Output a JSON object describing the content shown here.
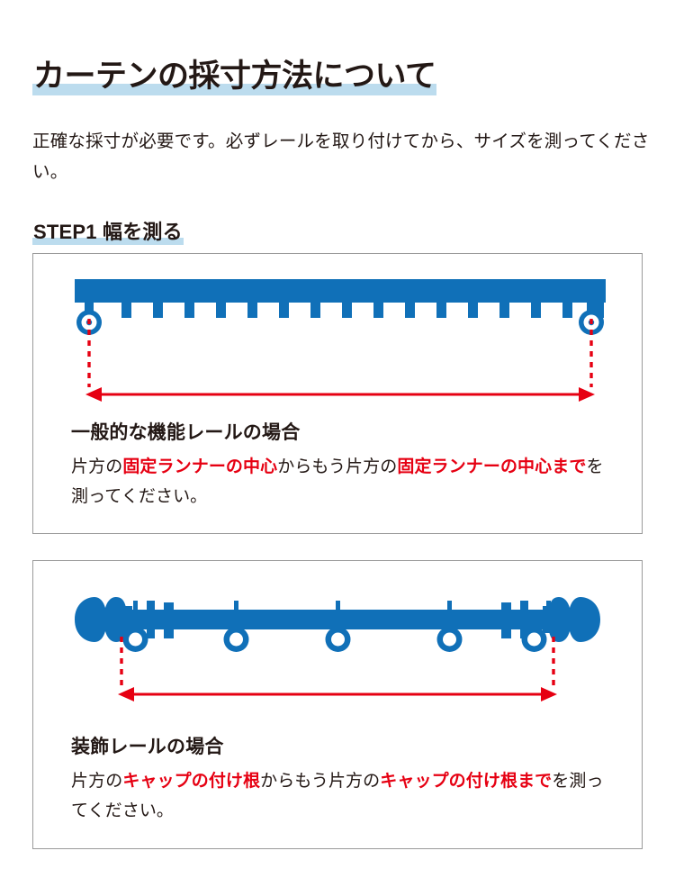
{
  "document": {
    "title": "カーテンの採寸方法について",
    "intro": "正確な採寸が必要です。必ずレールを取り付けてから、サイズを測ってください。",
    "step_heading": "STEP1 幅を測る"
  },
  "colors": {
    "rail_blue": "#1070b8",
    "measure_red": "#e60012",
    "highlight_blue": "#bcdcee",
    "text_dark": "#231815",
    "panel_border": "#9a9a9a"
  },
  "panels": [
    {
      "id": "functional",
      "caption_title": "一般的な機能レールの場合",
      "caption_parts": [
        {
          "text": "片方の",
          "style": "plain"
        },
        {
          "text": "固定ランナーの中心",
          "style": "red"
        },
        {
          "text": "からもう片方の",
          "style": "plain"
        },
        {
          "text": "固定ランナーの中心",
          "style": "red"
        },
        {
          "text": "まで",
          "style": "red"
        },
        {
          "text": "を測ってください。",
          "style": "plain"
        }
      ],
      "caption_full": "片方の固定ランナーの中心からもう片方の固定ランナーの中心までを測ってください。",
      "figure": {
        "type": "functional-rail",
        "rail_tab_count": 16,
        "fixed_runner_count": 2,
        "measure_arrow": "double-headed",
        "guide_lines": "dashed-vertical"
      }
    },
    {
      "id": "decorative",
      "caption_title": "装飾レールの場合",
      "caption_parts": [
        {
          "text": "片方の",
          "style": "plain"
        },
        {
          "text": "キャップの付け根",
          "style": "red"
        },
        {
          "text": "からもう片方の",
          "style": "plain"
        },
        {
          "text": "キャップの付け根",
          "style": "red"
        },
        {
          "text": "まで",
          "style": "red"
        },
        {
          "text": "を測ってください。",
          "style": "plain"
        }
      ],
      "caption_full": "片方のキャップの付け根からもう片方のキャップの付け根までを測ってください。",
      "figure": {
        "type": "decorative-rail",
        "ring_count": 5,
        "finial_count": 2,
        "bracket_count": 2,
        "measure_arrow": "double-headed",
        "guide_lines": "dashed-vertical"
      }
    }
  ]
}
